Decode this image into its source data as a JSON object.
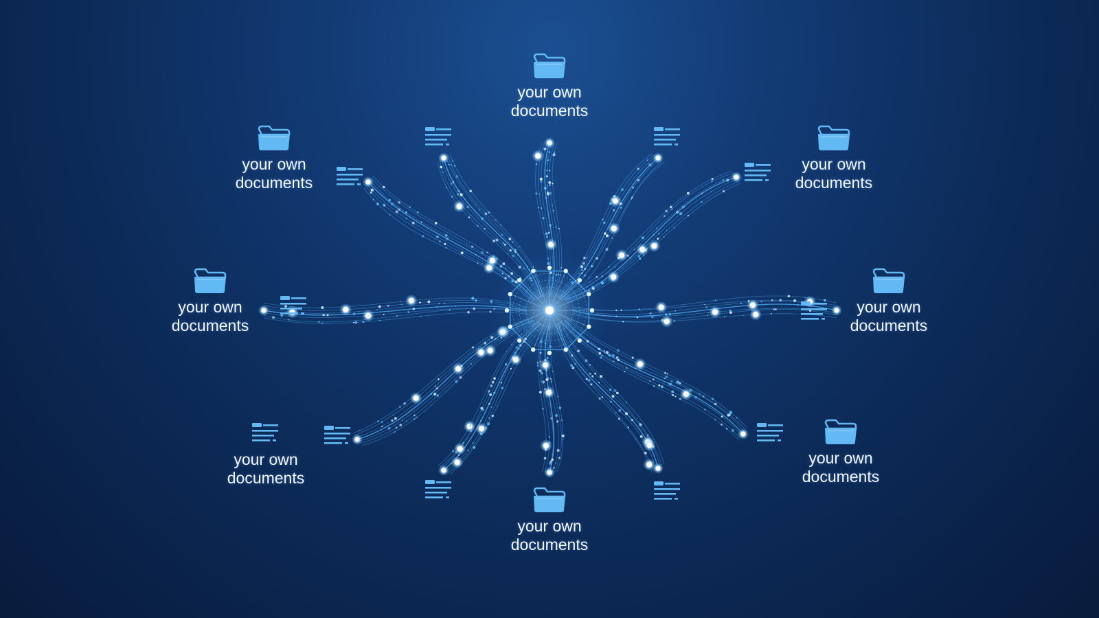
{
  "diagram": {
    "hub": {
      "name": "central-core"
    },
    "nodes": [
      {
        "id": "top",
        "label": "your own documents",
        "icon": "folder-icon"
      },
      {
        "id": "top-left",
        "label": "your own documents",
        "icon": "folder-icon"
      },
      {
        "id": "top-right",
        "label": "your own documents",
        "icon": "folder-icon"
      },
      {
        "id": "left",
        "label": "your own documents",
        "icon": "folder-icon"
      },
      {
        "id": "right",
        "label": "your own documents",
        "icon": "folder-icon"
      },
      {
        "id": "bottom-left",
        "label": "your own documents",
        "icon": "document-icon"
      },
      {
        "id": "bottom-right",
        "label": "your own documents",
        "icon": "folder-icon"
      },
      {
        "id": "bottom",
        "label": "your own documents",
        "icon": "folder-icon"
      }
    ],
    "colors": {
      "accent": "#5ab8f5",
      "glow": "#e8f6ff",
      "line": "#4aa7f0",
      "icon": "#62b9f3"
    }
  }
}
